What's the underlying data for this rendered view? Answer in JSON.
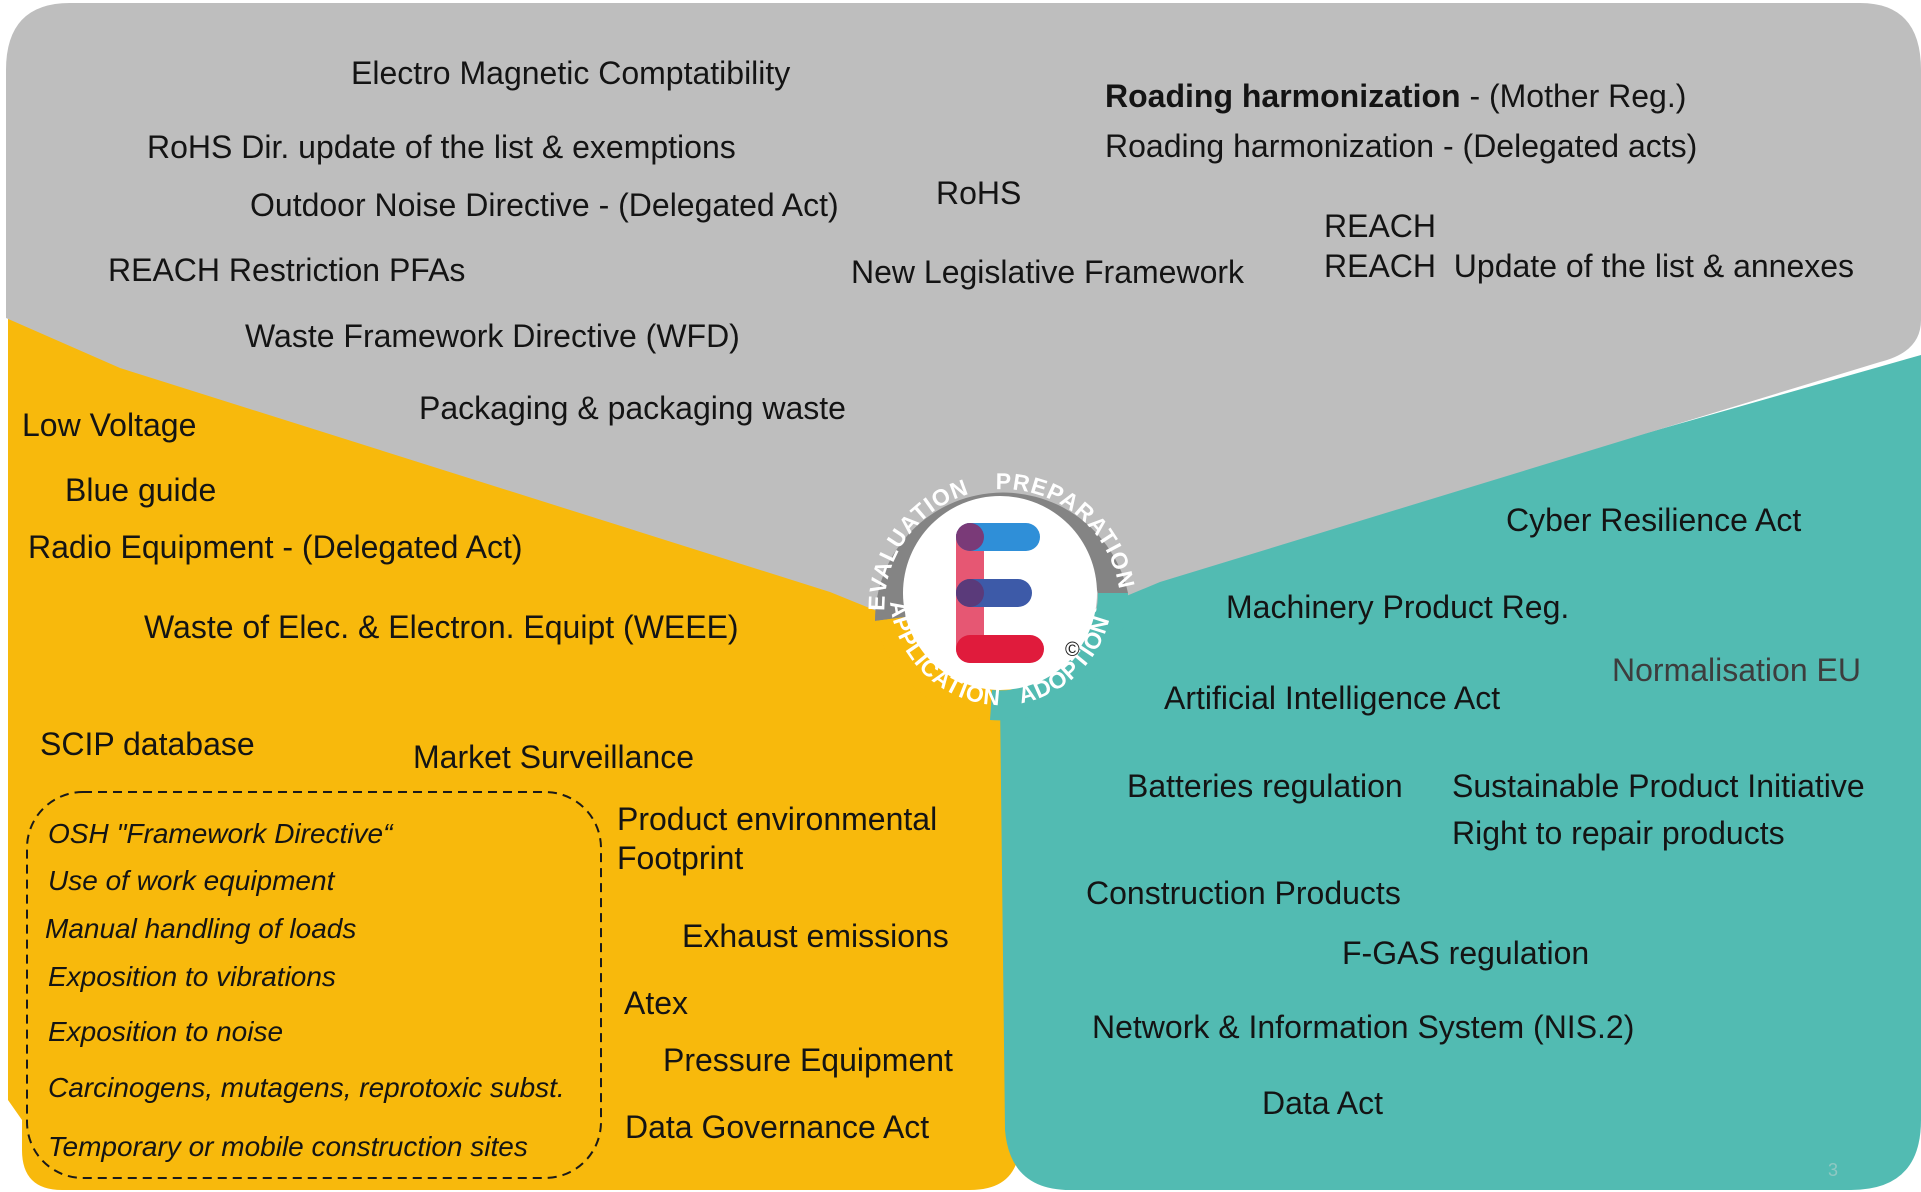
{
  "colors": {
    "gray": "#bebebe",
    "yellow": "#f8b90c",
    "teal": "#52bbb2",
    "ring": "#848484"
  },
  "cycle": {
    "evaluation": "EVALUATION",
    "preparation": "PREPARATION",
    "adoption": "ADOPTION",
    "application": "APPLICATION",
    "copyright": "©"
  },
  "gray_items": {
    "emc": "Electro Magnetic Comptatibility",
    "rohs_update": "RoHS Dir. update of the list & exemptions",
    "noise": "Outdoor Noise Directive - (Delegated Act)",
    "reach_pfas": "REACH Restriction PFAs",
    "wfd": "Waste Framework Directive (WFD)",
    "packaging": "Packaging & packaging waste",
    "rohs": "RoHS",
    "nlf": "New Legislative Framework",
    "roading_mother_bold": "Roading harmonization",
    "roading_mother_rest": " - (Mother Reg.)",
    "roading_delegated": "Roading harmonization - (Delegated acts)",
    "reach": "REACH",
    "reach_update": "REACH  Update of the list & annexes"
  },
  "yellow_items": {
    "low_voltage": "Low Voltage",
    "blue_guide": "Blue guide",
    "radio": "Radio Equipment - (Delegated Act)",
    "weee": "Waste of Elec. & Electron. Equipt (WEEE)",
    "scip": "SCIP database",
    "market": "Market Surveillance",
    "pef_1": "Product environmental",
    "pef_2": "Footprint",
    "exhaust": "Exhaust emissions",
    "atex": "Atex",
    "pressure": "Pressure Equipment",
    "dga": "Data Governance Act",
    "osh": [
      "OSH \"Framework Directive“",
      "Use of work equipment",
      "Manual handling of loads",
      "Exposition to vibrations",
      "Exposition to noise",
      "Carcinogens, mutagens, reprotoxic subst.",
      "Temporary or mobile construction sites"
    ]
  },
  "teal_items": {
    "cra": "Cyber Resilience Act",
    "machinery": "Machinery Product Reg.",
    "normalisation": "Normalisation EU",
    "ai": "Artificial Intelligence Act",
    "batteries": "Batteries regulation",
    "spi": "Sustainable Product Initiative",
    "repair": "Right to repair products",
    "construction": "Construction Products",
    "fgas": "F-GAS regulation",
    "nis": "Network & Information System (NIS.2)",
    "data_act": "Data Act"
  },
  "page_number": "3"
}
